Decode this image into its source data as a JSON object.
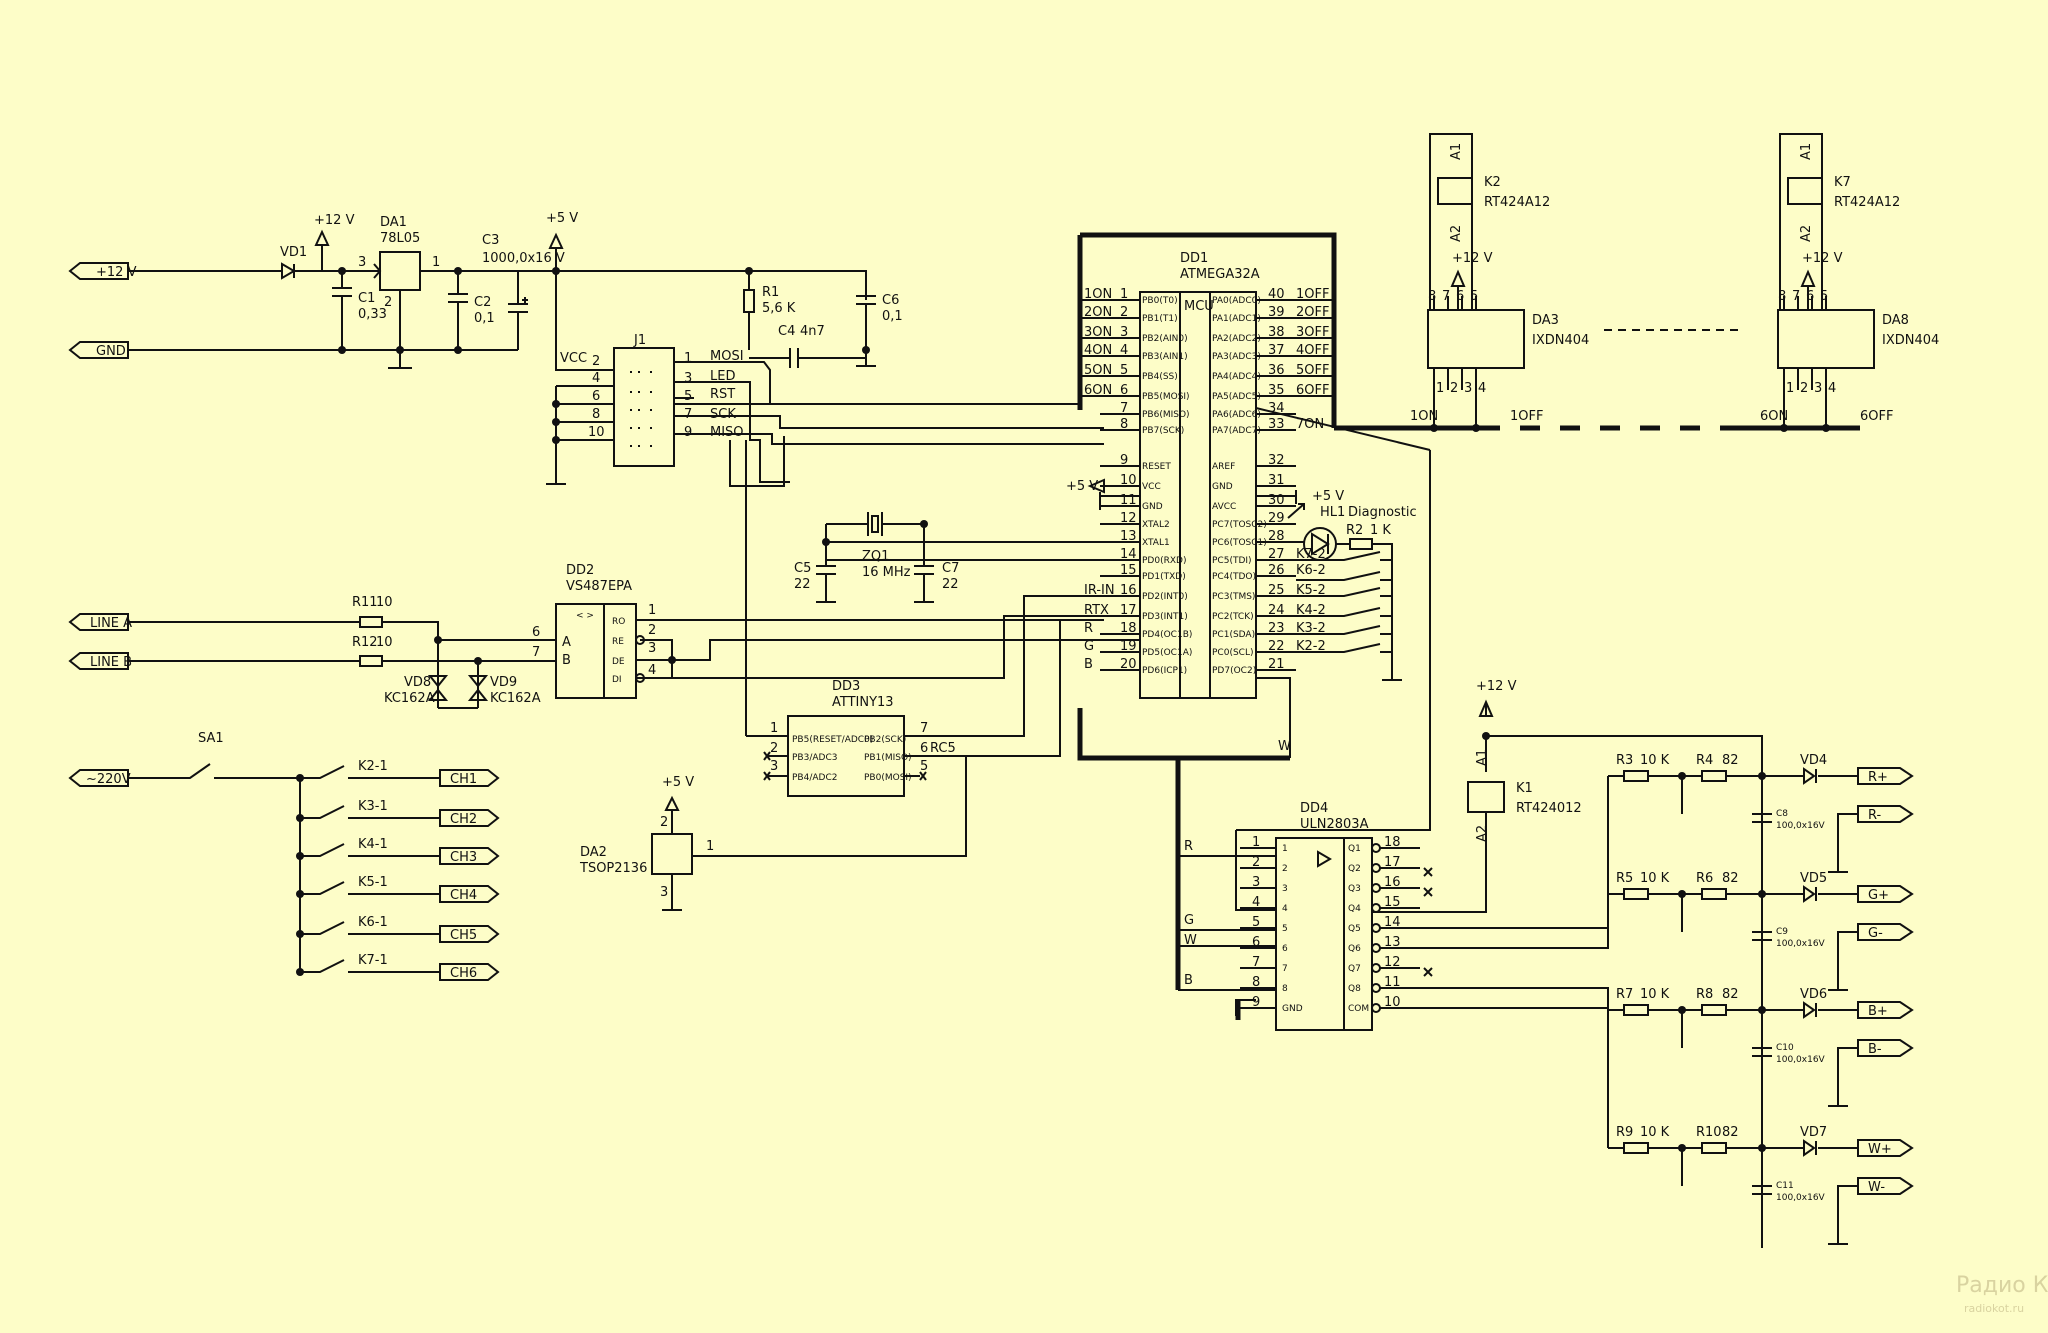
{
  "colors": {
    "background": "#fdfdc8",
    "ink": "#111111",
    "watermark": "#d9d3a0"
  },
  "power": {
    "in12": "+12 V",
    "gnd": "GND",
    "vd1": "VD1",
    "p12": "+12 V",
    "p5": "+5 V",
    "da1": {
      "ref": "DA1",
      "name": "78L05",
      "p1": "1",
      "p2": "2",
      "p3": "3"
    },
    "c1": {
      "ref": "C1",
      "val": "0,33"
    },
    "c2": {
      "ref": "C2",
      "val": "0,1"
    },
    "c3": {
      "ref": "C3",
      "val": "1000,0x16 V"
    },
    "r1": {
      "ref": "R1",
      "val": "5,6 K"
    },
    "c4": {
      "ref": "C4",
      "val": "4n7"
    },
    "c6": {
      "ref": "C6",
      "val": "0,1"
    }
  },
  "j1": {
    "ref": "J1",
    "vcc": "VCC",
    "left_pins": [
      "2",
      "4",
      "6",
      "8",
      "10"
    ],
    "right_pins": [
      "1",
      "3",
      "5",
      "7",
      "9"
    ],
    "signals": [
      "MOSI",
      "LED",
      "RST",
      "SCK",
      "MISO"
    ]
  },
  "dd1": {
    "ref": "DD1",
    "name": "ATMEGA32A",
    "mcu": "MCU",
    "left": [
      {
        "num": "1",
        "sig": "1ON",
        "port": "PB0(T0)"
      },
      {
        "num": "2",
        "sig": "2ON",
        "port": "PB1(T1)"
      },
      {
        "num": "3",
        "sig": "3ON",
        "port": "PB2(AIN0)"
      },
      {
        "num": "4",
        "sig": "4ON",
        "port": "PB3(AIN1)"
      },
      {
        "num": "5",
        "sig": "5ON",
        "port": "PB4(SS)"
      },
      {
        "num": "6",
        "sig": "6ON",
        "port": "PB5(MOSI)"
      },
      {
        "num": "7",
        "sig": "",
        "port": "PB6(MISO)"
      },
      {
        "num": "8",
        "sig": "",
        "port": "PB7(SCK)"
      },
      {
        "num": "9",
        "sig": "",
        "port": "RESET"
      },
      {
        "num": "10",
        "sig": "",
        "port": "VCC"
      },
      {
        "num": "11",
        "sig": "",
        "port": "GND"
      },
      {
        "num": "12",
        "sig": "",
        "port": "XTAL2"
      },
      {
        "num": "13",
        "sig": "",
        "port": "XTAL1"
      },
      {
        "num": "14",
        "sig": "",
        "port": "PD0(RXD)"
      },
      {
        "num": "15",
        "sig": "",
        "port": "PD1(TXD)"
      },
      {
        "num": "16",
        "sig": "IR-IN",
        "port": "PD2(INT0)"
      },
      {
        "num": "17",
        "sig": "RTX",
        "port": "PD3(INT1)"
      },
      {
        "num": "18",
        "sig": "R",
        "port": "PD4(OC1B)"
      },
      {
        "num": "19",
        "sig": "G",
        "port": "PD5(OC1A)"
      },
      {
        "num": "20",
        "sig": "B",
        "port": "PD6(ICP1)"
      }
    ],
    "right": [
      {
        "num": "40",
        "sig": "1OFF",
        "port": "PA0(ADC0)"
      },
      {
        "num": "39",
        "sig": "2OFF",
        "port": "PA1(ADC1)"
      },
      {
        "num": "38",
        "sig": "3OFF",
        "port": "PA2(ADC2)"
      },
      {
        "num": "37",
        "sig": "4OFF",
        "port": "PA3(ADC3)"
      },
      {
        "num": "36",
        "sig": "5OFF",
        "port": "PA4(ADC4)"
      },
      {
        "num": "35",
        "sig": "6OFF",
        "port": "PA5(ADC5)"
      },
      {
        "num": "34",
        "sig": "",
        "port": "PA6(ADC6)"
      },
      {
        "num": "33",
        "sig": "7ON",
        "port": "PA7(ADC7)"
      },
      {
        "num": "32",
        "sig": "",
        "port": "AREF"
      },
      {
        "num": "31",
        "sig": "",
        "port": "GND"
      },
      {
        "num": "30",
        "sig": "",
        "port": "AVCC"
      },
      {
        "num": "29",
        "sig": "",
        "port": "PC7(TOSC2)"
      },
      {
        "num": "28",
        "sig": "",
        "port": "PC6(TOSC1)"
      },
      {
        "num": "27",
        "sig": "K7-2",
        "port": "PC5(TDI)"
      },
      {
        "num": "26",
        "sig": "K6-2",
        "port": "PC4(TDO)"
      },
      {
        "num": "25",
        "sig": "K5-2",
        "port": "PC3(TMS)"
      },
      {
        "num": "24",
        "sig": "K4-2",
        "port": "PC2(TCK)"
      },
      {
        "num": "23",
        "sig": "K3-2",
        "port": "PC1(SDA)"
      },
      {
        "num": "22",
        "sig": "K2-2",
        "port": "PC0(SCL)"
      },
      {
        "num": "21",
        "sig": "",
        "port": "PD7(OC2)"
      }
    ],
    "p5v": "+5 V",
    "w": "W"
  },
  "clock": {
    "zq1": "ZQ1",
    "freq": "16 MHz",
    "c5": {
      "ref": "C5",
      "val": "22"
    },
    "c7": {
      "ref": "C7",
      "val": "22"
    }
  },
  "hl1": {
    "ref": "HL1",
    "name": "Diagnostic",
    "p5v": "+5 V",
    "r2": "R2",
    "r2val": "1 K"
  },
  "dd2": {
    "ref": "DD2",
    "name": "VS487EPA",
    "sym": "< >",
    "pins_left": [
      "6",
      "7"
    ],
    "left_labels": [
      "A",
      "B"
    ],
    "pins_right": [
      "1",
      "2",
      "3",
      "4"
    ],
    "right_labels": [
      "RO",
      "RE",
      "DE",
      "DI"
    ]
  },
  "rs485": {
    "line_a": "LINE A",
    "line_b": "LINE B",
    "r11": "R11",
    "r11v": "10",
    "r12": "R12",
    "r12v": "10",
    "vd8": "VD8",
    "vd8v": "KC162A",
    "vd9": "VD9",
    "vd9v": "KC162A"
  },
  "dd3": {
    "ref": "DD3",
    "name": "ATTINY13",
    "left": [
      {
        "num": "1",
        "port": "PB5(RESET/ADC0)"
      },
      {
        "num": "2",
        "port": "PB3/ADC3"
      },
      {
        "num": "3",
        "port": "PB4/ADC2"
      }
    ],
    "right": [
      {
        "num": "7",
        "port": "PB2(SCK)"
      },
      {
        "num": "6",
        "port": "PB1(MISO)"
      },
      {
        "num": "5",
        "port": "PB0(MOSI)"
      }
    ],
    "rc5": "RC5"
  },
  "da2": {
    "ref": "DA2",
    "name": "TSOP2136",
    "p5v": "+5 V",
    "p1": "1",
    "p2": "2",
    "p3": "3"
  },
  "mains": {
    "in": "~220V",
    "sa1": "SA1",
    "contacts": [
      "K2-1",
      "K3-1",
      "K4-1",
      "K5-1",
      "K6-1",
      "K7-1"
    ],
    "outputs": [
      "CH1",
      "CH2",
      "CH3",
      "CH4",
      "CH5",
      "CH6"
    ]
  },
  "relay_drivers": [
    {
      "k": "K2",
      "kname": "RT424A12",
      "da": "DA3",
      "daname": "IXDN404",
      "a1": "A1",
      "a2": "A2",
      "p12": "+12 V",
      "on": "1ON",
      "off": "1OFF",
      "pins": [
        "8",
        "7",
        "6",
        "5",
        "1",
        "2",
        "3",
        "4"
      ]
    },
    {
      "k": "K7",
      "kname": "RT424A12",
      "da": "DA8",
      "daname": "IXDN404",
      "a1": "A1",
      "a2": "A2",
      "p12": "+12 V",
      "on": "6ON",
      "off": "6OFF",
      "pins": [
        "8",
        "7",
        "6",
        "5",
        "1",
        "2",
        "3",
        "4"
      ]
    }
  ],
  "dd4": {
    "ref": "DD4",
    "name": "ULN2803A",
    "in_pins": [
      "1",
      "2",
      "3",
      "4",
      "5",
      "6",
      "7",
      "8",
      "9"
    ],
    "in_labels": [
      "1",
      "2",
      "3",
      "4",
      "5",
      "6",
      "7",
      "8",
      "GND"
    ],
    "out_pins": [
      "18",
      "17",
      "16",
      "15",
      "14",
      "13",
      "12",
      "11",
      "10"
    ],
    "out_labels": [
      "Q1",
      "Q2",
      "Q3",
      "Q4",
      "Q5",
      "Q6",
      "Q7",
      "Q8",
      "COM"
    ],
    "r": "R",
    "g": "G",
    "w": "W",
    "b": "B"
  },
  "k1": {
    "ref": "K1",
    "name": "RT424012",
    "a1": "A1",
    "a2": "A2",
    "p12": "+12 V"
  },
  "rgb": [
    {
      "ra": "R3",
      "rav": "10 K",
      "rb": "R4",
      "rbv": "82",
      "c": "C8",
      "cv": "100,0x16V",
      "vd": "VD4",
      "plus": "R+",
      "minus": "R-"
    },
    {
      "ra": "R5",
      "rav": "10 K",
      "rb": "R6",
      "rbv": "82",
      "c": "C9",
      "cv": "100,0x16V",
      "vd": "VD5",
      "plus": "G+",
      "minus": "G-"
    },
    {
      "ra": "R7",
      "rav": "10 K",
      "rb": "R8",
      "rbv": "82",
      "c": "C10",
      "cv": "100,0x16V",
      "vd": "VD6",
      "plus": "B+",
      "minus": "B-"
    },
    {
      "ra": "R9",
      "rav": "10 K",
      "rb": "R10",
      "rbv": "82",
      "c": "C11",
      "cv": "100,0x16V",
      "vd": "VD7",
      "plus": "W+",
      "minus": "W-"
    }
  ],
  "watermark": {
    "line1": "Радио КОТ",
    "line2": "radiokot.ru"
  }
}
